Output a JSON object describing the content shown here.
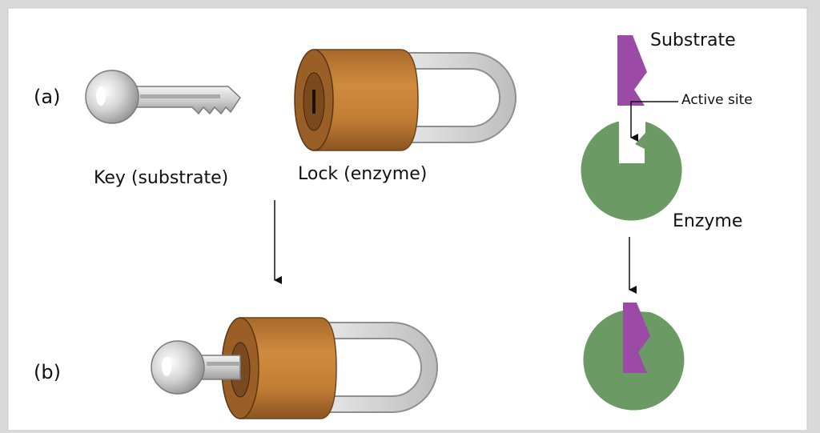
{
  "labels": {
    "part_a": "(a)",
    "part_b": "(b)",
    "key": "Key (substrate)",
    "lock": "Lock (enzyme)",
    "substrate": "Substrate",
    "active_site": "Active site",
    "enzyme": "Enzyme"
  },
  "colors": {
    "frame_bg": "#d9d9d9",
    "panel_bg": "#ffffff",
    "lock_body": "#c17d35",
    "lock_dark": "#7a4a1e",
    "shackle": "#d8d8d8",
    "key_metal": "#cccccc",
    "enzyme_green": "#6b9a64",
    "substrate_purple": "#9b4aa6"
  }
}
